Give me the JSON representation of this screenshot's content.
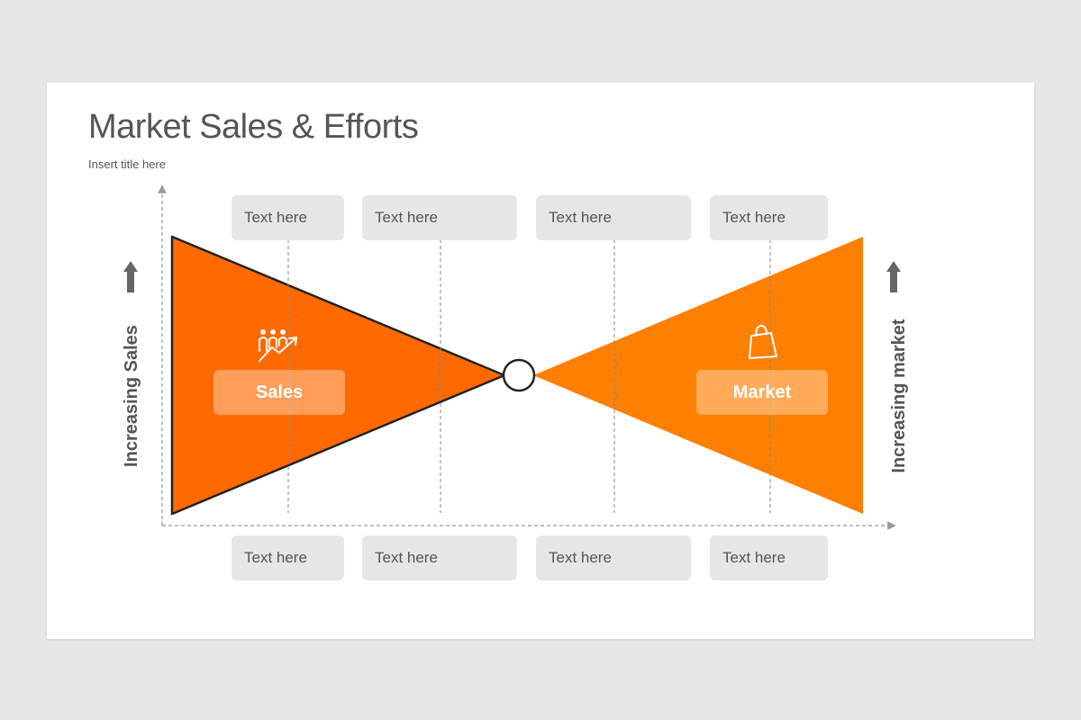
{
  "slide": {
    "title": "Market Sales & Efforts",
    "subtitle": "Insert title here"
  },
  "diagram": {
    "left_label": "Sales",
    "right_label": "Market",
    "left_axis_label": "Increasing Sales",
    "right_axis_label": "Increasing market",
    "top_boxes": [
      "Text here",
      "Text here",
      "Text here",
      "Text here"
    ],
    "bottom_boxes": [
      "Text here",
      "Text here",
      "Text here",
      "Text here"
    ]
  },
  "colors": {
    "left_triangle": "#ff6a00",
    "right_triangle": "#ff7f00",
    "box_fill": "#e6e6e6",
    "text_gray": "#555555"
  },
  "icons": {
    "left": "people-growth-icon",
    "right": "shopping-bag-icon"
  }
}
